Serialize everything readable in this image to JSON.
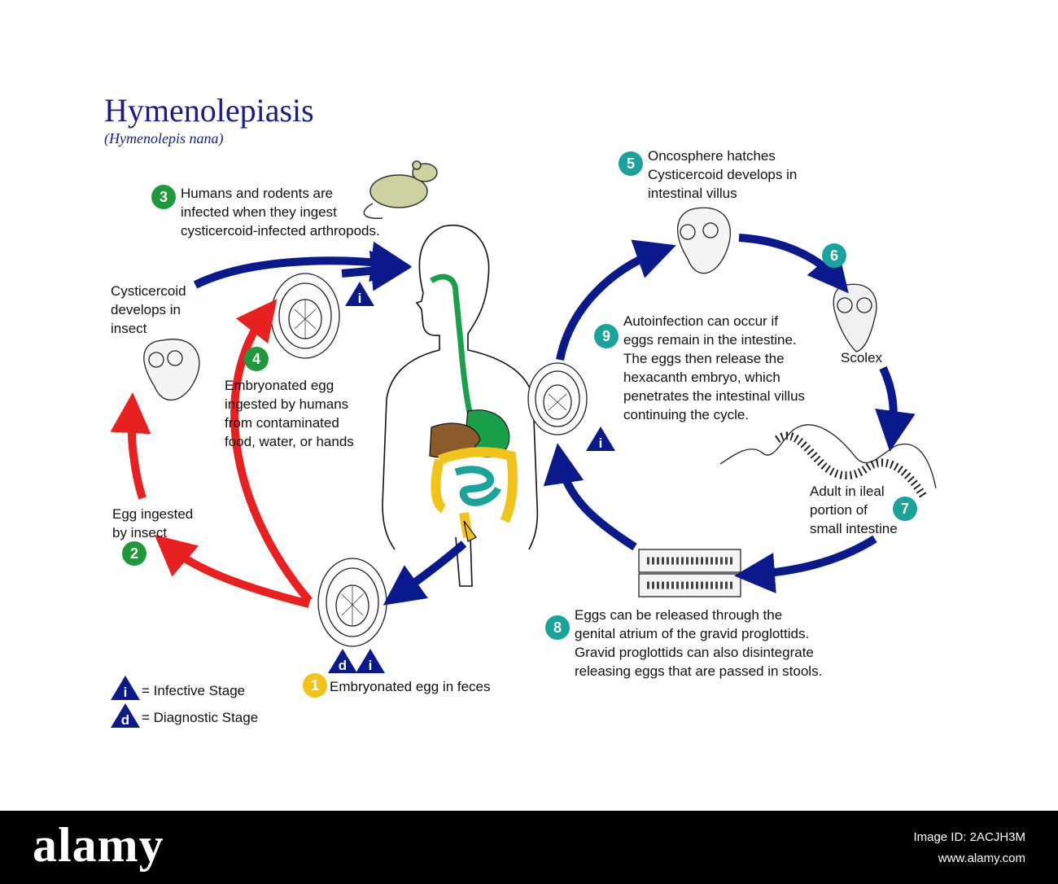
{
  "title": "Hymenolepiasis",
  "subtitle": "(Hymenolepis nana)",
  "colors": {
    "blue": "#0a1a8c",
    "red": "#e82020",
    "green": "#1e9a3a",
    "teal": "#1aa39a",
    "yellow": "#f2c41b",
    "title": "#1a1a8c"
  },
  "steps": [
    {
      "num": "1",
      "text": "Embryonated egg in feces"
    },
    {
      "num": "2",
      "text": "Egg ingested\nby insect"
    },
    {
      "num": "3",
      "text": "Humans and rodents are\ninfected when they ingest\ncysticercoid-infected arthropods."
    },
    {
      "num": "4",
      "text": "Embryonated egg\ningested by humans\nfrom contaminated\nfood, water, or hands"
    },
    {
      "num": "5",
      "text": "Oncosphere hatches\nCysticercoid develops in\nintestinal villus"
    },
    {
      "num": "6",
      "text": "Scolex"
    },
    {
      "num": "7",
      "text": "Adult in ileal\nportion of\nsmall intestine"
    },
    {
      "num": "8",
      "text": "Eggs can be released through the\ngenital atrium of the gravid proglottids.\nGravid proglottids can also disintegrate\nreleasing eggs that are passed in stools."
    },
    {
      "num": "9",
      "text": "Autoinfection can occur if\neggs remain in the intestine.\nThe eggs then release the\nhexacanth embryo, which\npenetrates the intestinal villus\ncontinuing the cycle."
    }
  ],
  "cysticercoid_insect": "Cysticercoid\ndevelops in\ninsect",
  "stage_markers": {
    "infective": "i",
    "diagnostic": "d"
  },
  "legend": {
    "infective": "= Infective Stage",
    "diagnostic": "= Diagnostic Stage"
  },
  "footer": {
    "brand": "alamy",
    "image_id": "Image ID: 2ACJH3M",
    "site": "www.alamy.com"
  }
}
